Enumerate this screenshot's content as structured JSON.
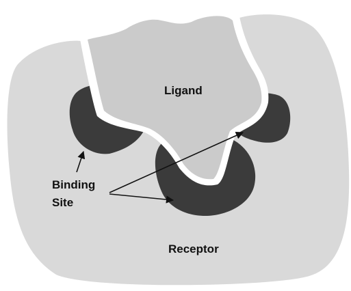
{
  "labels": {
    "ligand": "Ligand",
    "binding_line1": "Binding",
    "binding_line2": "Site",
    "receptor": "Receptor"
  },
  "colors": {
    "background": "#ffffff",
    "receptor": "#d9d9d9",
    "ligand": "#cbcbcb",
    "binding_site": "#3b3b3b",
    "gap": "#ffffff",
    "text": "#111111"
  }
}
